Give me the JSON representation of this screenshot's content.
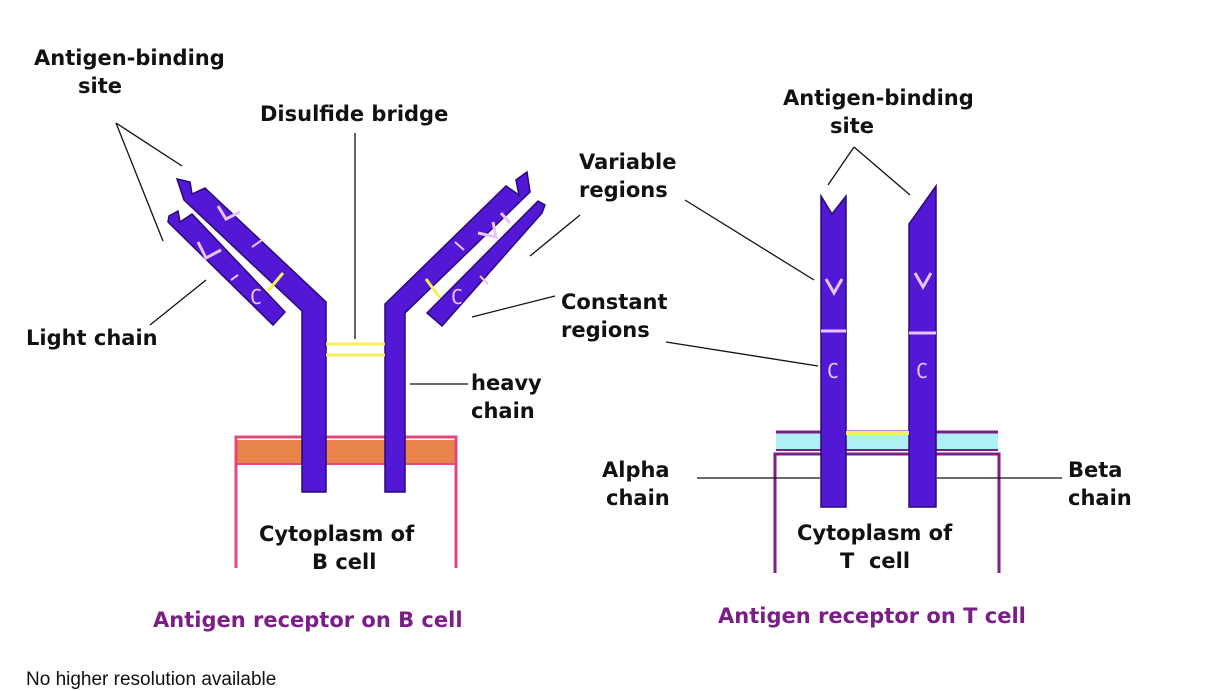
{
  "colors": {
    "chain": "#5218d6",
    "chain_outline": "#2a0878",
    "disulfide": "#f7ef5a",
    "b_membrane": "#e04a7a",
    "b_membrane_fill": "#e8844a",
    "t_membrane": "#7a1f86",
    "t_membrane_fill": "#aef0f5",
    "caption": "#7a1f86",
    "marks": "#e9c3ff"
  },
  "b_cell": {
    "antigen_binding_site": [
      "Antigen-binding",
      "site"
    ],
    "disulfide_bridge": "Disulfide bridge",
    "light_chain": "Light chain",
    "heavy_chain": [
      "heavy",
      "chain"
    ],
    "cytoplasm": [
      "Cytoplasm of",
      "B cell"
    ],
    "caption": "Antigen receptor on B cell"
  },
  "t_cell": {
    "antigen_binding_site": [
      "Antigen-binding",
      "site"
    ],
    "variable_regions": [
      "Variable",
      "regions"
    ],
    "constant_regions": [
      "Constant",
      "regions"
    ],
    "alpha_chain": [
      "Alpha",
      "chain"
    ],
    "beta_chain": [
      "Beta",
      "chain"
    ],
    "cytoplasm": [
      "Cytoplasm of",
      "T  cell"
    ],
    "caption": "Antigen receptor on T cell"
  },
  "region_mark": "C",
  "footer_note": "No higher resolution available"
}
